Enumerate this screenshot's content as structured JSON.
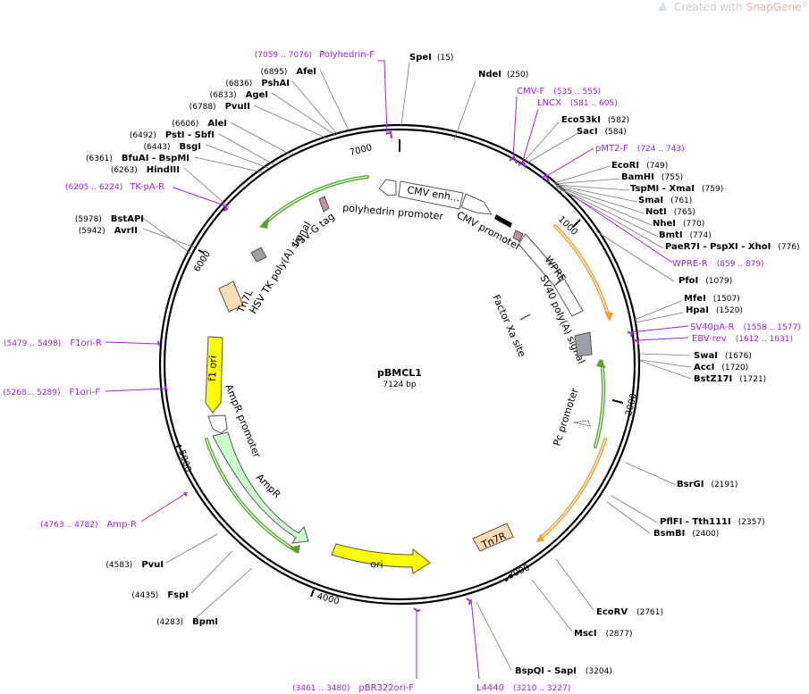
{
  "watermark": {
    "prefix": "Created with ",
    "brand": "SnapGene",
    "reg": "®"
  },
  "plasmid": {
    "name": "pBMCL1",
    "length": "7124 bp"
  },
  "ticks": [
    "1000",
    "2000",
    "3000",
    "4000",
    "5000",
    "6000",
    "7000"
  ],
  "enzymes": [
    {
      "name": "SpeI",
      "pos": "(15)"
    },
    {
      "name": "NdeI",
      "pos": "(250)"
    },
    {
      "name": "Eco53kI",
      "pos": "(582)"
    },
    {
      "name": "SacI",
      "pos": "(584)"
    },
    {
      "name": "EcoRI",
      "pos": "(749)"
    },
    {
      "name": "BamHI",
      "pos": "(755)"
    },
    {
      "name": "TspMI - XmaI",
      "pos": "(759)"
    },
    {
      "name": "SmaI",
      "pos": "(761)"
    },
    {
      "name": "NotI",
      "pos": "(765)"
    },
    {
      "name": "NheI",
      "pos": "(770)"
    },
    {
      "name": "BmtI",
      "pos": "(774)"
    },
    {
      "name": "PaeR7I - PspXI - XhoI",
      "pos": "(776)"
    },
    {
      "name": "PfoI",
      "pos": "(1079)"
    },
    {
      "name": "MfeI",
      "pos": "(1507)"
    },
    {
      "name": "HpaI",
      "pos": "(1520)"
    },
    {
      "name": "SwaI",
      "pos": "(1676)"
    },
    {
      "name": "AccI",
      "pos": "(1720)"
    },
    {
      "name": "BstZ17I",
      "pos": "(1721)"
    },
    {
      "name": "BsrGI",
      "pos": "(2191)"
    },
    {
      "name": "PflFI - Tth111I",
      "pos": "(2357)"
    },
    {
      "name": "BsmBI",
      "pos": "(2400)"
    },
    {
      "name": "EcoRV",
      "pos": "(2761)"
    },
    {
      "name": "MscI",
      "pos": "(2877)"
    },
    {
      "name": "BspQI - SapI",
      "pos": "(3204)"
    },
    {
      "name": "BpmI",
      "pos": "(4283)"
    },
    {
      "name": "FspI",
      "pos": "(4435)"
    },
    {
      "name": "PvuI",
      "pos": "(4583)"
    },
    {
      "name": "AvrII",
      "pos": "(5942)"
    },
    {
      "name": "BstAPI",
      "pos": "(5978)"
    },
    {
      "name": "HindIII",
      "pos": "(6263)"
    },
    {
      "name": "BfuAI - BspMI",
      "pos": "(6361)"
    },
    {
      "name": "BsgI",
      "pos": "(6443)"
    },
    {
      "name": "PstI - SbfI",
      "pos": "(6492)"
    },
    {
      "name": "AleI",
      "pos": "(6606)"
    },
    {
      "name": "PvuII",
      "pos": "(6788)"
    },
    {
      "name": "AgeI",
      "pos": "(6833)"
    },
    {
      "name": "PshAI",
      "pos": "(6836)"
    },
    {
      "name": "AfeI",
      "pos": "(6895)"
    }
  ],
  "primers": [
    {
      "name": "Polyhedrin-F",
      "range": "(7059 .. 7076)"
    },
    {
      "name": "CMV-F",
      "range": "(535 .. 555)"
    },
    {
      "name": "LNCX",
      "range": "(581 .. 605)"
    },
    {
      "name": "pMT2-F",
      "range": "(724 .. 743)"
    },
    {
      "name": "WPRE-R",
      "range": "(859 .. 879)"
    },
    {
      "name": "SV40pA-R",
      "range": "(1558 .. 1577)"
    },
    {
      "name": "EBV-rev",
      "range": "(1612 .. 1631)"
    },
    {
      "name": "L4440",
      "range": "(3210 .. 3227)"
    },
    {
      "name": "pBR322ori-F",
      "range": "(3461 .. 3480)"
    },
    {
      "name": "Amp-R",
      "range": "(4763 .. 4782)"
    },
    {
      "name": "F1ori-F",
      "range": "(5268 .. 5289)"
    },
    {
      "name": "F1ori-R",
      "range": "(5479 .. 5498)"
    },
    {
      "name": "TK-pA-R",
      "range": "(6205 .. 6224)"
    }
  ],
  "features": {
    "cmv_enh": "CMV enh...",
    "cmv_promoter": "CMV promoter",
    "polyhedrin_promoter": "polyhedrin promoter",
    "vsvg_tag": "VSV-G tag",
    "hsv_tk": "HSV TK poly(A) signal",
    "tn7l": "Tn7L",
    "wpre": "WPRE",
    "sv40": "SV40 poly(A) signal",
    "factor_xa": "Factor Xa site",
    "pc_promoter": "Pc promoter",
    "f1ori": "f1 ori",
    "ampr_promoter": "AmpR promoter",
    "ampr": "AmpR",
    "ori": "ori",
    "tn7r": "Tn7R"
  },
  "colors": {
    "primer": "#9c27d6",
    "yellow": "#ffff00",
    "green_fill": "#ccffcc",
    "orange_fill": "#ffe4c8",
    "peach": "#ffdcb4",
    "orf_green": "#5aa02c",
    "orf_orange": "#f0a030"
  }
}
